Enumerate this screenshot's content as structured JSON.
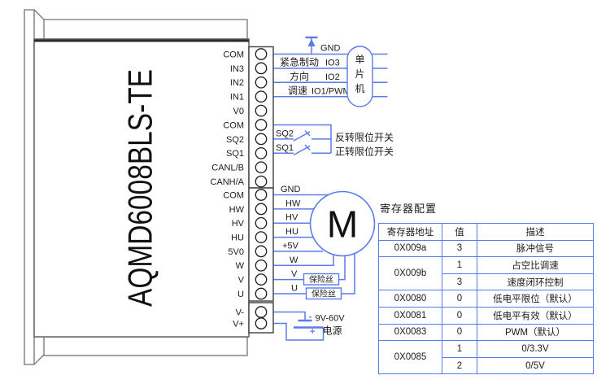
{
  "colors": {
    "wire_blue": "#5b7beb",
    "frame_gray": "#7d7d7d",
    "block_gray": "#4a4a4a",
    "ink": "#1c1c1c"
  },
  "board": {
    "model": "AQMD6008BLS-TE"
  },
  "terminals": {
    "block1": [
      "COM",
      "IN3",
      "IN2",
      "IN1",
      "V0",
      "COM",
      "SQ2",
      "SQ1",
      "CANL/B",
      "CANH/A"
    ],
    "block2": [
      "COM",
      "HW",
      "HV",
      "HU",
      "5V0",
      "W",
      "V",
      "U"
    ],
    "block3": [
      "V-",
      "V+"
    ]
  },
  "mcu": {
    "name_chars": [
      "单",
      "片",
      "机"
    ],
    "gnd_label": "GND",
    "signals": [
      {
        "label": "紧急制动",
        "io": "IO3"
      },
      {
        "label": "方向",
        "io": "IO2"
      },
      {
        "label": "调速",
        "io": "IO1/PWM"
      }
    ]
  },
  "limit_switches": [
    {
      "terminal": "SQ2",
      "desc": "反转限位开关"
    },
    {
      "terminal": "SQ1",
      "desc": "正转限位开关"
    }
  ],
  "motor": {
    "symbol": "M",
    "hall_labels": [
      "GND",
      "HW",
      "HV",
      "HU",
      "+5V"
    ],
    "phase_labels": [
      "W",
      "V",
      "U"
    ],
    "fuse_label": "保险丝"
  },
  "power": {
    "minus": "-",
    "plus": "+",
    "voltage": "9V-60V",
    "label": "电源"
  },
  "register_table": {
    "title": "寄存器配置",
    "headers": [
      "寄存器地址",
      "值",
      "描述"
    ],
    "rows": [
      {
        "addr": "0X009a",
        "value": "3",
        "desc": "脉冲信号"
      },
      {
        "addr": "0X009b",
        "value": "1",
        "desc": "占空比调速"
      },
      {
        "value": "3",
        "desc": "速度闭环控制"
      },
      {
        "addr": "0X0080",
        "value": "0",
        "desc": "低电平限位（默认）"
      },
      {
        "addr": "0X0081",
        "value": "0",
        "desc": "低电平有效（默认）"
      },
      {
        "addr": "0X0083",
        "value": "0",
        "desc": "PWM（默认）"
      },
      {
        "addr": "0X0085",
        "value": "1",
        "desc": "0/3.3V"
      },
      {
        "value": "2",
        "desc": "0/5V"
      }
    ]
  }
}
